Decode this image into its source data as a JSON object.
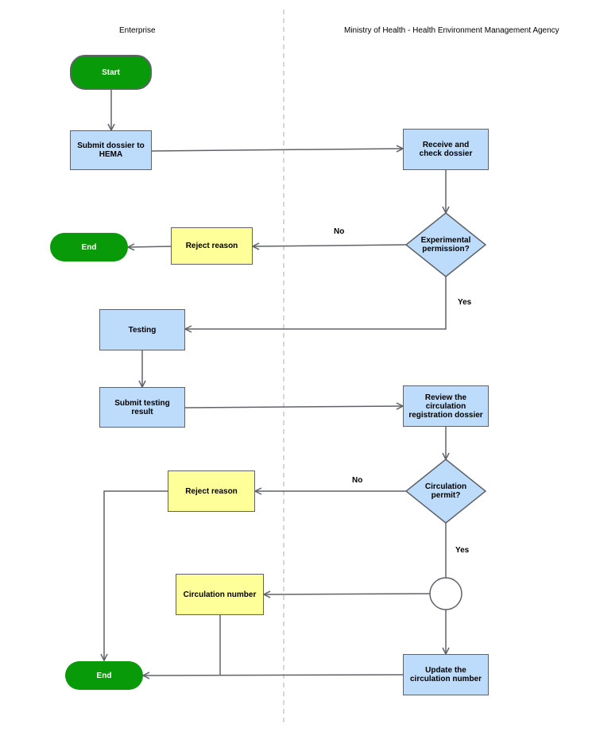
{
  "lanes": {
    "left": "Enterprise",
    "right": "Ministry of Health - Health Environment Management Agency"
  },
  "nodes": {
    "start": "Start",
    "submit_dossier": "Submit dossier to HEMA",
    "receive_check": "Receive and check dossier",
    "experimental_permission": "Experimental permission?",
    "reject_reason_1": "Reject reason",
    "end_1": "End",
    "testing": "Testing",
    "submit_testing": "Submit testing result",
    "review_dossier": "Review the circulation registration dossier",
    "circulation_permit": "Circulation permit?",
    "reject_reason_2": "Reject reason",
    "circulation_number": "Circulation number",
    "update_number": "Update the circulation number",
    "end_2": "End"
  },
  "edge_labels": {
    "no_1": "No",
    "yes_1": "Yes",
    "no_2": "No",
    "yes_2": "Yes"
  },
  "colors": {
    "process_fill": "#bddcfb",
    "note_fill": "#ffff99",
    "terminal_fill": "#089a08",
    "stroke": "#5f6368",
    "lane_divider": "#c8c8c8"
  }
}
